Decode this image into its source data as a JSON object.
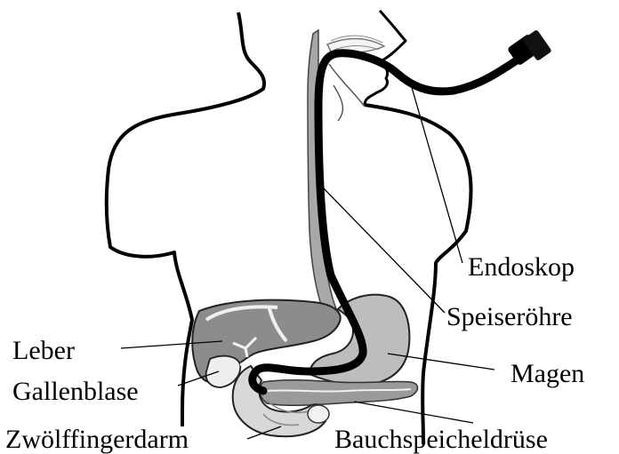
{
  "diagram": {
    "labels": {
      "endoskop": "Endoskop",
      "speiseroehre": "Speiseröhre",
      "magen": "Magen",
      "leber": "Leber",
      "gallenblase": "Gallenblase",
      "zwoelffingerdarm": "Zwölffingerdarm",
      "bauchspeicheldruese": "Bauchspeicheldrüse"
    },
    "colors": {
      "outline": "#000000",
      "liver": "#8c8c8c",
      "stomach": "#bdbdbd",
      "esophagus": "#a8a8a8",
      "pancreas": "#9a9a9a",
      "duodenum": "#d8d8d8",
      "gallbladder": "#eeeeee",
      "endoscope": "#000000"
    }
  }
}
